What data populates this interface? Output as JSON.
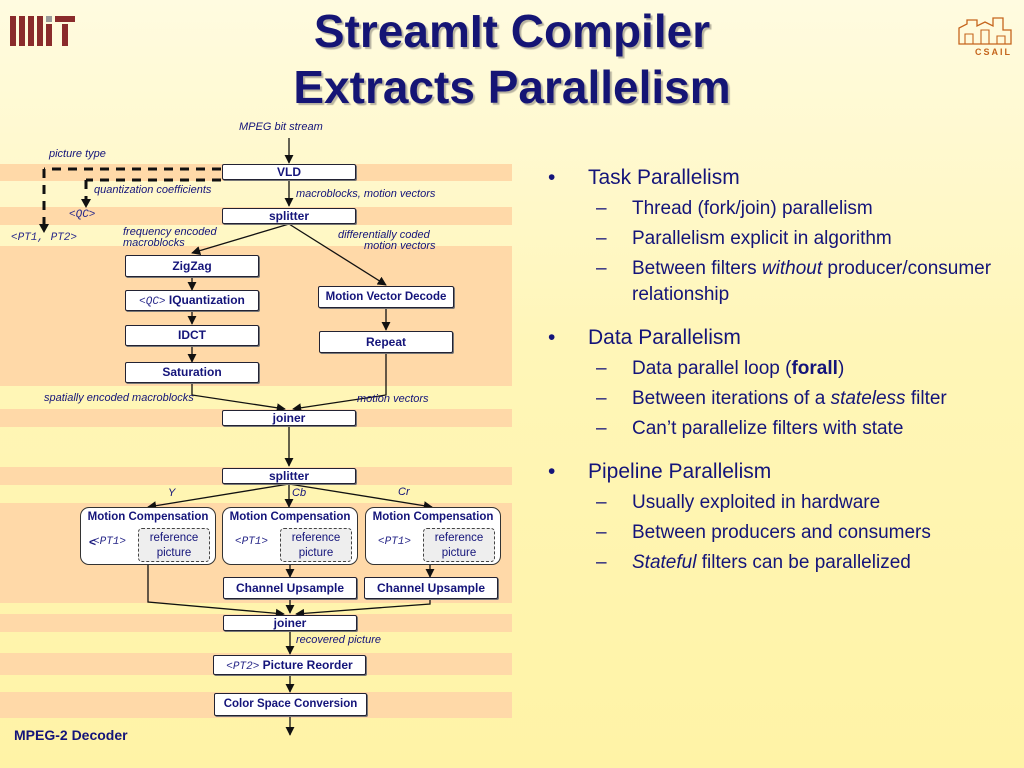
{
  "title": {
    "line1": "StreamIt Compiler",
    "line2": "Extracts Parallelism"
  },
  "logos": {
    "left": "MIT",
    "right": "CSAIL"
  },
  "diagram": {
    "input_label": "MPEG bit stream",
    "picture_type": "picture type",
    "quant_coeff": "quantization coefficients",
    "qc_tag": "<QC>",
    "pt_tag": "<PT1, PT2>",
    "mb_mv": "macroblocks, motion vectors",
    "freq_enc_1": "frequency encoded",
    "freq_enc_2": "macroblocks",
    "diff_coded_1": "differentially coded",
    "diff_coded_2": "motion vectors",
    "spatial_mb": "spatially encoded macroblocks",
    "motion_vectors": "motion vectors",
    "ch_y": "Y",
    "ch_cb": "Cb",
    "ch_cr": "Cr",
    "recovered": "recovered picture",
    "qc_inline": "<QC>",
    "pt1": "<PT1>",
    "pt1_bracket": "<",
    "pt2": "<PT2>",
    "nodes": {
      "vld": "VLD",
      "splitter1": "splitter",
      "zigzag": "ZigZag",
      "iquant": "IQuantization",
      "idct": "IDCT",
      "saturation": "Saturation",
      "mvd": "Motion Vector Decode",
      "repeat": "Repeat",
      "joiner1": "joiner",
      "splitter2": "splitter",
      "mc": "Motion Compensation",
      "ref1": "reference",
      "ref2": "picture",
      "upsample": "Channel Upsample",
      "joiner2": "joiner",
      "reorder": "Picture Reorder",
      "color": "Color Space Conversion"
    },
    "caption": "MPEG-2 Decoder"
  },
  "bullets": [
    {
      "head": "Task Parallelism",
      "subs": [
        [
          {
            "t": "Thread (fork/join) parallelism"
          }
        ],
        [
          {
            "t": "Parallelism explicit in algorithm"
          }
        ],
        [
          {
            "t": "Between filters "
          },
          {
            "t": "without",
            "i": true
          },
          {
            "t": " producer/consumer relationship"
          }
        ]
      ]
    },
    {
      "head": "Data Parallelism",
      "subs": [
        [
          {
            "t": "Data parallel loop ("
          },
          {
            "t": "forall",
            "b": true
          },
          {
            "t": ")"
          }
        ],
        [
          {
            "t": "Between iterations of a "
          },
          {
            "t": "stateless",
            "i": true
          },
          {
            "t": " filter"
          }
        ],
        [
          {
            "t": "Can’t parallelize filters with state"
          }
        ]
      ]
    },
    {
      "head": "Pipeline Parallelism",
      "subs": [
        [
          {
            "t": "Usually exploited in hardware"
          }
        ],
        [
          {
            "t": "Between producers and consumers"
          }
        ],
        [
          {
            "t": "Stateful",
            "i": true
          },
          {
            "t": " filters can be parallelized"
          }
        ]
      ]
    }
  ],
  "colors": {
    "title": "#151575",
    "text": "#14147a",
    "band": "#ffd9a8",
    "background": "#fff6b8"
  }
}
